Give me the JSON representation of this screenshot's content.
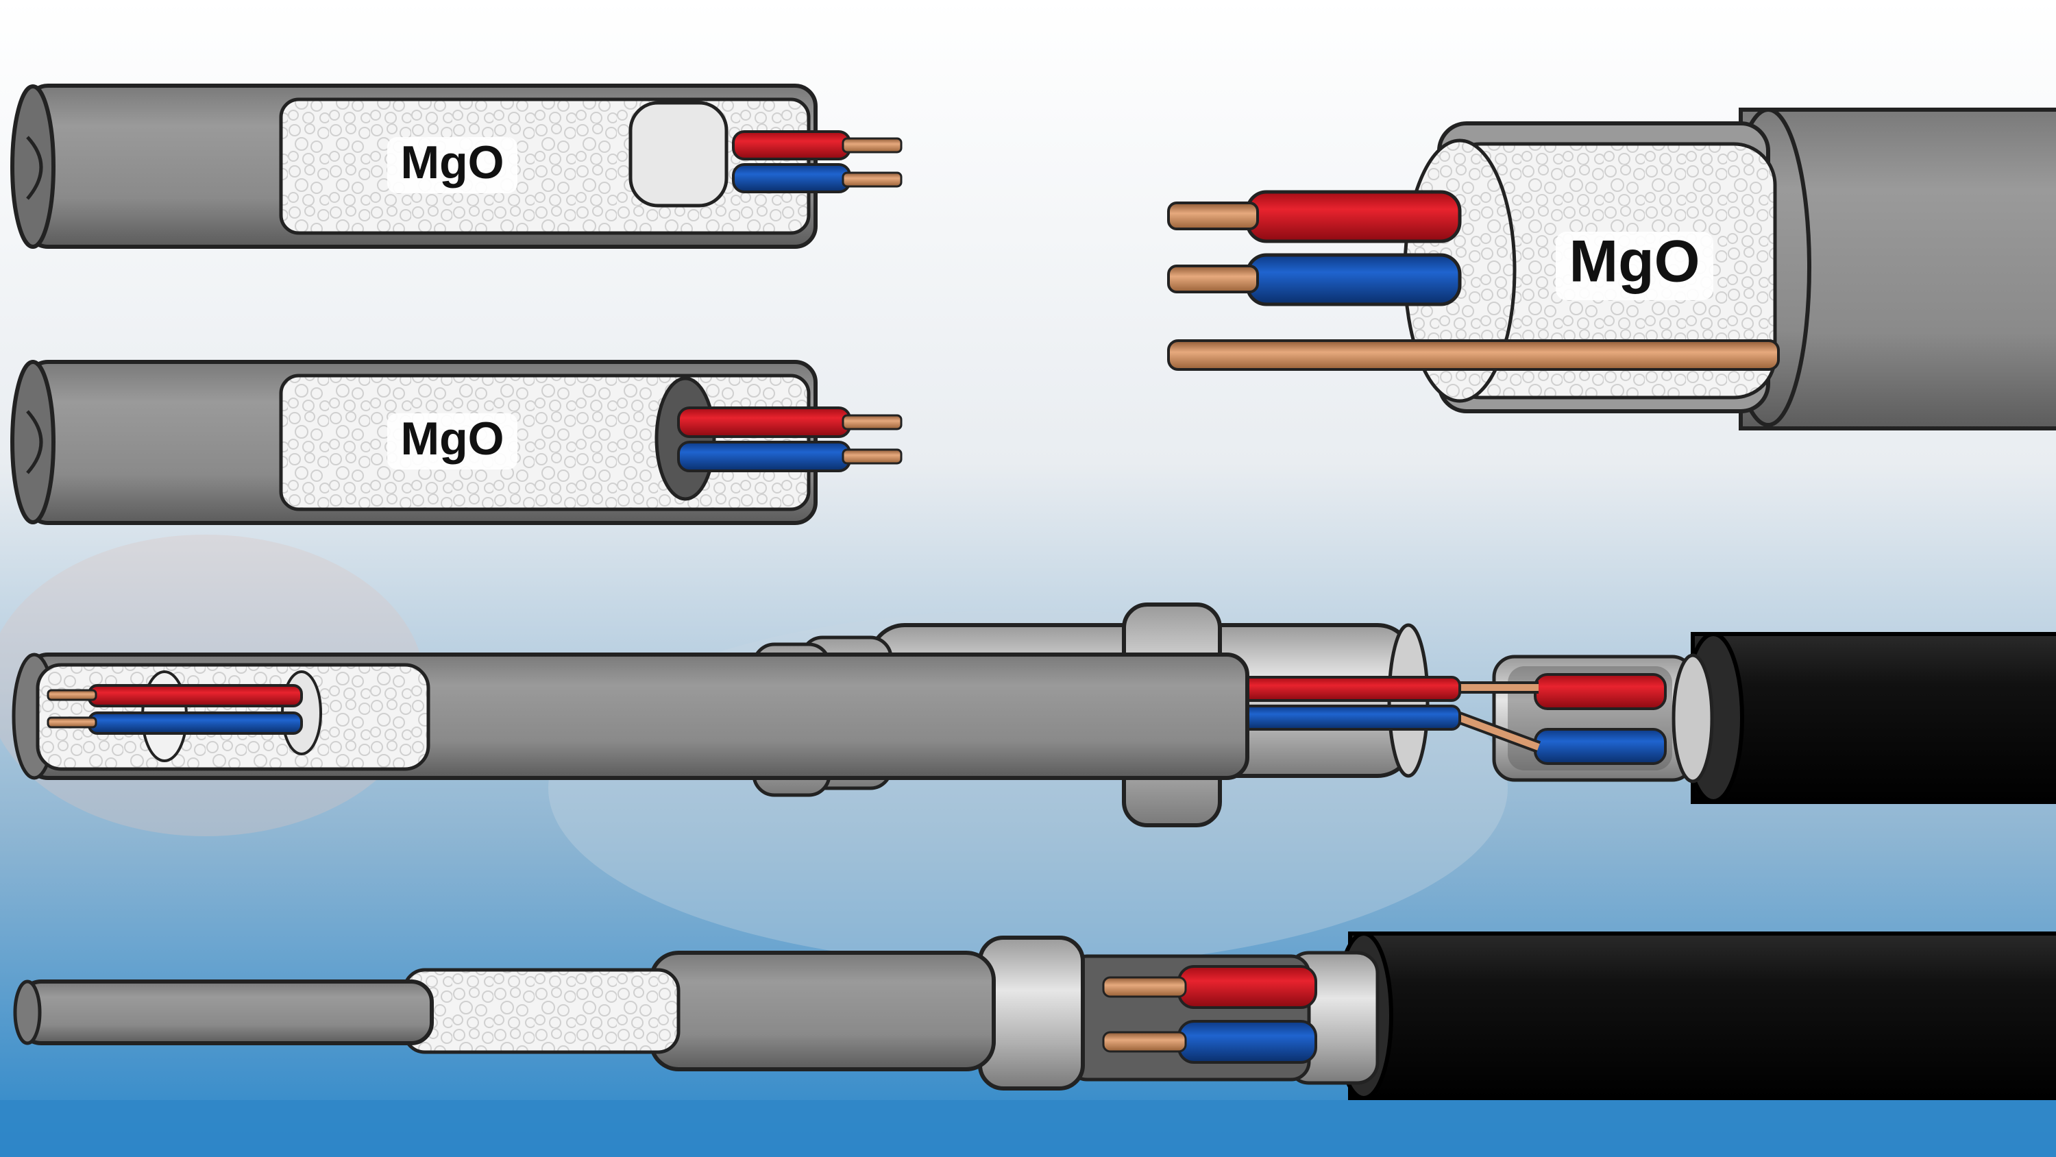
{
  "labels": {
    "top_left_fill": "MgO",
    "mid_left_fill": "MgO",
    "top_right_fill": "MgO"
  },
  "colors": {
    "sheath": "#8a8a8a",
    "mgo": "#f2f2f2",
    "live_conductor": "#d8131f",
    "neutral_conductor": "#1550b3",
    "copper": "#c98a5e",
    "pvc_outer": "#141414",
    "gland_metal": "#b8b8b8",
    "background_blue": "#2f86c8"
  }
}
